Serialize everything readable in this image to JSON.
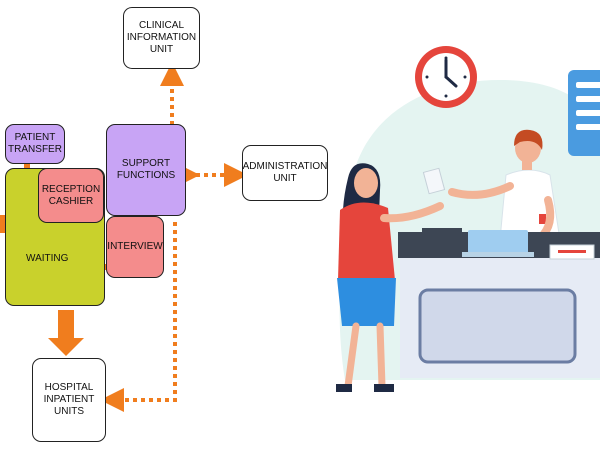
{
  "diagram": {
    "nodes": {
      "clinical": "CLINICAL\nINFORMATION\nUNIT",
      "patient_transfer": "PATIENT\nTRANSFER",
      "support": "SUPPORT\nFUNCTIONS",
      "administration": "ADMINISTRATION\nUNIT",
      "reception": "RECEPTION\nCASHIER",
      "interview": "INTERVIEW",
      "waiting": "WAITING",
      "hospital": "HOSPITAL\nINPATIENT\nUNITS"
    }
  },
  "colors": {
    "arrow": "#f07d1e",
    "waiting": "#c9d12c",
    "reception": "#f48c8c",
    "support": "#c8a4f5",
    "patient_transfer": "#c8a4f5",
    "interview": "#f48c8c",
    "white_box": "#ffffff"
  },
  "illustration": {
    "elements": [
      "wall-clock",
      "receptionist",
      "patient-with-document",
      "reception-desk",
      "laptop",
      "document-panel"
    ]
  }
}
